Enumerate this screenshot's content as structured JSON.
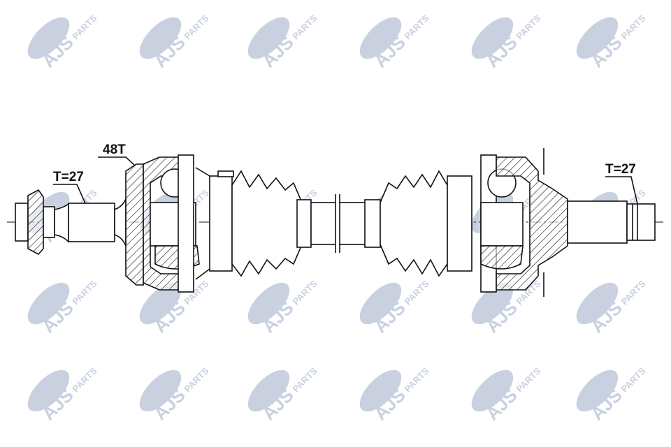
{
  "watermark": {
    "brand": "AJS",
    "sub": "PARTS",
    "color": "#c9d1e1"
  },
  "labels": {
    "spline_outer": "48T",
    "teeth_left": "T=27",
    "teeth_right": "T=27"
  },
  "colors": {
    "line": "#111111",
    "background": "#ffffff"
  }
}
